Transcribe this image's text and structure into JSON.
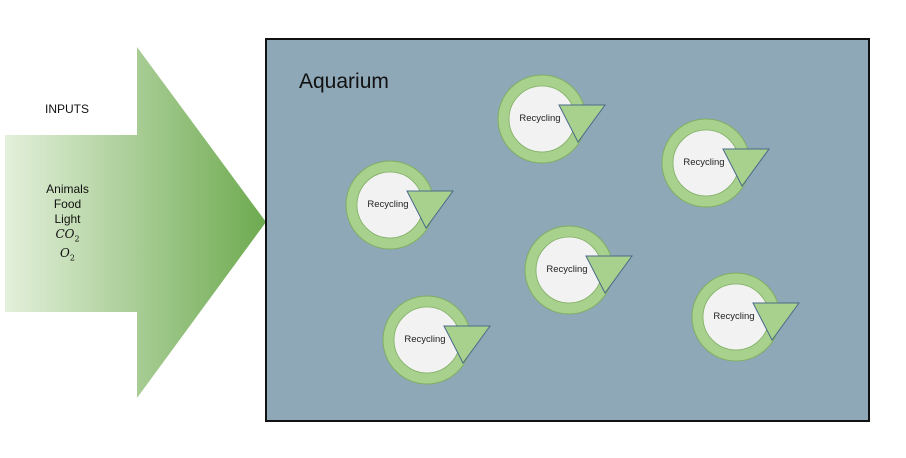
{
  "inputs_arrow": {
    "title": "INPUTS",
    "items": [
      {
        "text": "Animals"
      },
      {
        "text": "Food"
      },
      {
        "text": "Light"
      },
      {
        "base": "CO",
        "sub": "2"
      },
      {
        "base": "O",
        "sub": "2"
      }
    ]
  },
  "aquarium": {
    "label": "Aquarium",
    "cycles": [
      {
        "label": "Recycling"
      },
      {
        "label": "Recycling"
      },
      {
        "label": "Recycling"
      },
      {
        "label": "Recycling"
      },
      {
        "label": "Recycling"
      },
      {
        "label": "Recycling"
      }
    ]
  },
  "colors": {
    "tank_fill": "#8ea8b7",
    "tank_border": "#111111",
    "cycle_ring": "#a8d18d",
    "cycle_ring_edge": "#7fae63",
    "cycle_center": "#f2f2f2",
    "cycle_arrow_edge": "#4a6a8a",
    "arrow_gradient_light": "#e4f0dc",
    "arrow_gradient_dark": "#6daa4f"
  }
}
